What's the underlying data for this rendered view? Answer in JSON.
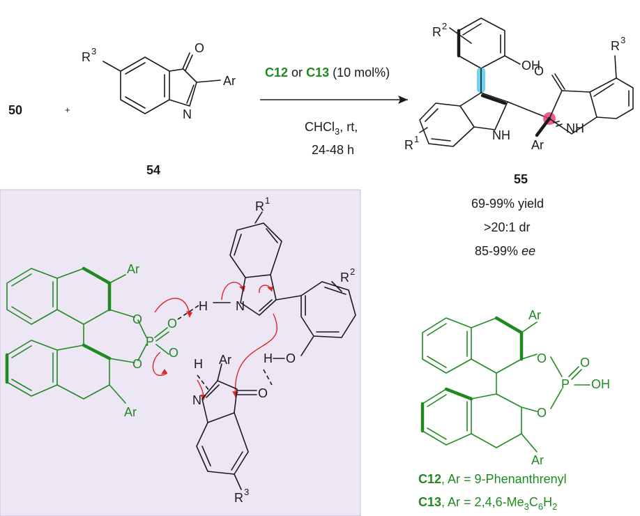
{
  "reaction": {
    "reactant_1": "50",
    "plus": "+",
    "reactant_2": "54",
    "catalyst_a": "C12",
    "or_word": "or",
    "catalyst_b": "C13",
    "loading": "(10 mol%)",
    "solvent": "CHCl",
    "solvent_sub": "3",
    "solvent_rest": ", rt,",
    "time": "24-48 h",
    "product": "55"
  },
  "results": {
    "yield": "69-99% yield",
    "dr": ">20:1 dr",
    "ee_value": "85-99%",
    "ee_label": "ee"
  },
  "atoms": {
    "o": "O",
    "n": "N",
    "nh": "NH",
    "h": "H",
    "oh": "OH",
    "p": "P",
    "ar": "Ar",
    "r": "R",
    "sup1": "1",
    "sup2": "2",
    "sup3": "3"
  },
  "catalysts": {
    "c12_name": "C12",
    "c12_desc": ", Ar = 9-Phenanthrenyl",
    "c13_name": "C13",
    "c13_desc_a": ", Ar = 2,4,6-Me",
    "c13_sub1": "3",
    "c13_desc_b": "C",
    "c13_sub2": "6",
    "c13_desc_c": "H",
    "c13_sub3": "2"
  },
  "colors": {
    "catalyst_green": "#1f8a1f",
    "arrow_red": "#e02424",
    "axis_cyan": "#39c6e8",
    "stereocenter_pink": "#e8407a",
    "ts_panel": "#ece6f5"
  }
}
